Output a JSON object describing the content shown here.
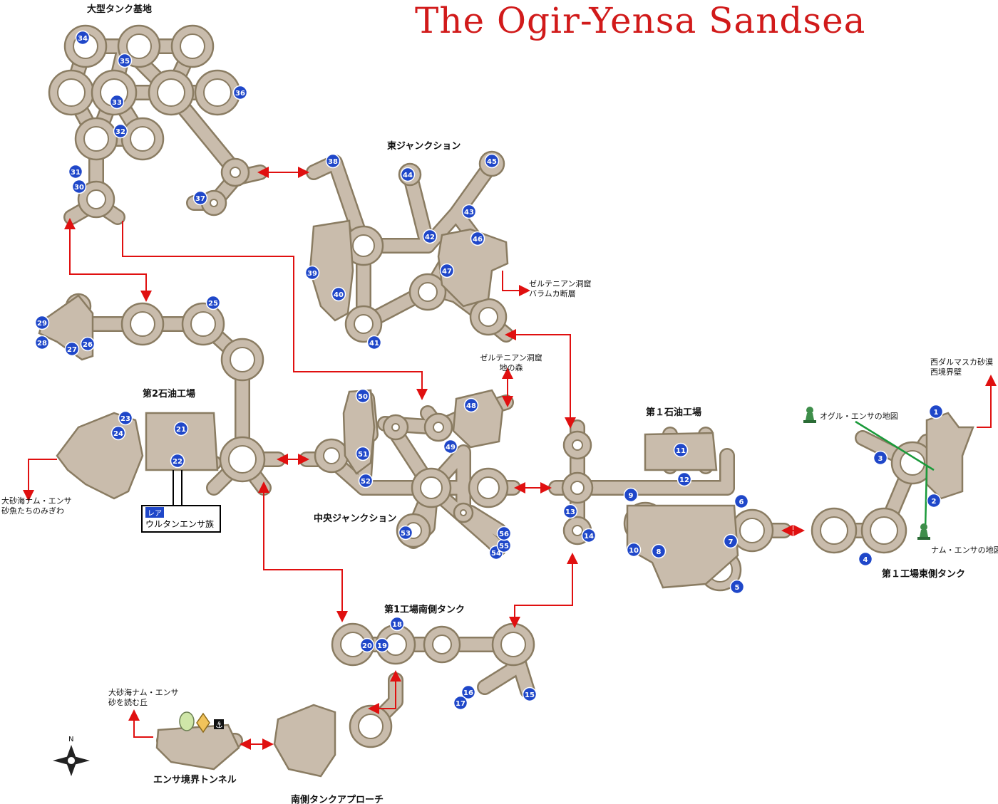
{
  "title": "The Ogir-Yensa Sandsea",
  "areas": {
    "large_tank_base": "大型タンク基地",
    "east_junction": "東ジャンクション",
    "oil_field_2": "第2石油工場",
    "oil_field_1": "第１石油工場",
    "central_junction": "中央ジャンクション",
    "south_tank": "第1工場南側タンク",
    "east_tank": "第１工場東側タンク",
    "border_tunnel": "エンサ境界トンネル",
    "south_approach": "南側タンクアプローチ"
  },
  "exits": {
    "zertinan_barmuka_1": "ゼルテニアン洞窟",
    "zertinan_barmuka_2": "バラムカ断層",
    "zertinan_forest_1": "ゼルテニアン洞窟",
    "zertinan_forest_2": "地の森",
    "west_dalmasca_1": "西ダルマスカ砂漠",
    "west_dalmasca_2": "西境界壁",
    "nam_yensa_shore_1": "大砂海ナム・エンサ",
    "nam_yensa_shore_2": "砂魚たちのみぎわ",
    "nam_yensa_dune_1": "大砂海ナム・エンサ",
    "nam_yensa_dune_2": "砂を読む丘"
  },
  "map_items": {
    "ogir_map": "オグル・エンサの地図",
    "nam_map": "ナム・エンサの地図"
  },
  "rare": {
    "tag": "レア",
    "name": "ウルタンエンサ族"
  },
  "compass": "N",
  "markers": [
    "1",
    "2",
    "3",
    "4",
    "5",
    "6",
    "7",
    "8",
    "9",
    "10",
    "11",
    "12",
    "13",
    "14",
    "15",
    "16",
    "17",
    "18",
    "19",
    "20",
    "21",
    "22",
    "23",
    "24",
    "25",
    "26",
    "27",
    "28",
    "29",
    "30",
    "31",
    "32",
    "33",
    "34",
    "35",
    "36",
    "37",
    "38",
    "39",
    "40",
    "41",
    "42",
    "43",
    "44",
    "45",
    "46",
    "47",
    "48",
    "49",
    "50",
    "51",
    "52",
    "53",
    "54",
    "55",
    "56"
  ],
  "colors": {
    "path": "#c9bcac",
    "border": "#8a7c62",
    "marker": "#1f47c9",
    "arrow": "#e01010",
    "title": "#d11a1a",
    "map_line": "#1a9a3a"
  }
}
